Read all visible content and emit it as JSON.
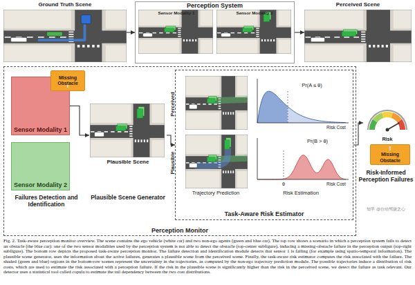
{
  "diagram": {
    "caption": "Fig. 2. Task-aware perception monitor overview. The scene contains the ego vehicle (white car) and two non-ego agents (green and blue car). The top row shows a scenario in which a perception system fails to detect an obstacle (the blue car): one of the two sensor modalities used by the perception system is not able to detect the obstacle (top-center subfigure), inducing a missing-obstacle failure in the perception output (top-right subfigure). The bottom row depicts the proposed task-aware perception monitor. The failure detection and identification module detects that sensor 1 is failing (for example using spatio-temporal information). The plausible scene generator, uses the information about the active failures, generates a plausible scene from the perceived scene. Finally, the task-aware risk estimator computes the risk associated with the failure. The shaded (green and blue) regions in the bottom-row scenes represent the uncertainty in the trajectories, as computed by the non-ego trajectory prediction module. The possible trajectories induce a distribution of risk costs, which are used to estimate the risk associated with a perception failure. If the risk in the plausible scene is significantly higher than the risk in the perceived scene, we detect the failure as task relevant. Our detector uses a statistical tool called copula to estimate the tail dependency between the two cost distributions.",
    "nodes": [
      {
        "text": [
          "Ground Truth Scene"
        ]
      },
      {
        "text": [
          "Perception System"
        ]
      },
      {
        "text": [
          "Sensor Modality 1"
        ],
        "in": 1
      },
      {
        "text": [
          "Sensor Modality 2"
        ],
        "in": 1
      },
      {
        "text": [
          "Perceived Scene"
        ]
      },
      {
        "text": [
          "Perception Monitor"
        ]
      },
      {
        "text": [
          "Sensor Modality 1"
        ],
        "in": 5
      },
      {
        "text": [
          "!",
          "Missing Obstacle"
        ],
        "in": 5
      },
      {
        "text": [
          "Sensor Modality 2"
        ],
        "in": 5
      },
      {
        "text": [
          "Plausible Scene"
        ],
        "in": 5
      },
      {
        "text": [
          "Task-Aware Risk Estimator"
        ],
        "in": 5
      },
      {
        "text": [
          "Perceived"
        ],
        "in": 10
      },
      {
        "text": [
          "Plausible"
        ],
        "in": 10
      },
      {
        "text": [
          "Risk"
        ]
      },
      {
        "text": [
          "!",
          "Missing Obstacle"
        ]
      }
    ],
    "edges": [
      {
        "from": 0,
        "to": 1,
        "arrow": "to"
      },
      {
        "from": 1,
        "to": 4,
        "arrow": "to"
      },
      {
        "from": 6,
        "to": 9,
        "arrow": "to"
      },
      {
        "from": 9,
        "to": 10,
        "arrow": "to"
      },
      {
        "from": 10,
        "to": 13,
        "arrow": "to"
      }
    ],
    "labels": [
      "Failures Detection and Identification",
      "Plausible Scene Generator",
      "Trajectory Prediction",
      "Pr(A ≤ θ)",
      "Risk Cost",
      "Pr(B > θ)",
      "θ",
      "Risk Cost",
      "Risk Estimation",
      "Risk-Informed Perception Failures",
      "知乎 @自动驾驶之心"
    ]
  }
}
